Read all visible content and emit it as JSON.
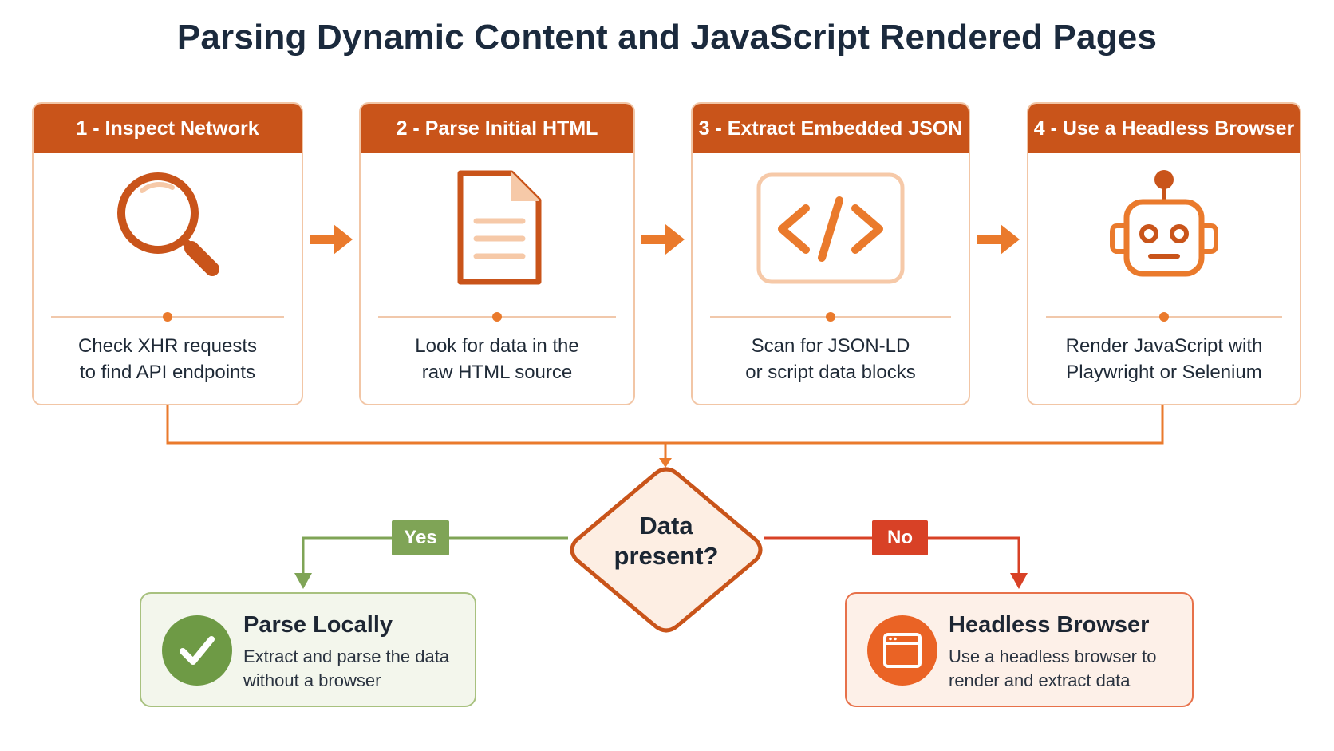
{
  "title": "Parsing Dynamic Content and JavaScript Rendered Pages",
  "colors": {
    "header": "#c9541a",
    "accent": "#ea7a2c",
    "yes": "#7fa456",
    "no": "#d84126"
  },
  "steps": [
    {
      "label": "1 - Inspect Network",
      "icon": "magnifier-icon",
      "desc_line1": "Check XHR requests",
      "desc_line2": "to find API endpoints"
    },
    {
      "label": "2 - Parse Initial HTML",
      "icon": "document-icon",
      "desc_line1": "Look for data in the",
      "desc_line2": "raw HTML source"
    },
    {
      "label": "3 - Extract Embedded JSON",
      "icon": "code-icon",
      "desc_line1": "Scan for JSON-LD",
      "desc_line2": "or script data blocks"
    },
    {
      "label": "4 - Use a Headless Browser",
      "icon": "robot-icon",
      "desc_line1": "Render JavaScript with",
      "desc_line2": "Playwright or Selenium"
    }
  ],
  "decision": {
    "line1": "Data",
    "line2": "present?"
  },
  "branches": {
    "yes": "Yes",
    "no": "No"
  },
  "outcomes": {
    "local": {
      "title": "Parse Locally",
      "desc_line1": "Extract and parse the data",
      "desc_line2": "without a browser",
      "icon": "checkmark-icon"
    },
    "headless": {
      "title": "Headless Browser",
      "desc_line1": "Use a headless browser to",
      "desc_line2": "render and extract data",
      "icon": "browser-window-icon"
    }
  }
}
